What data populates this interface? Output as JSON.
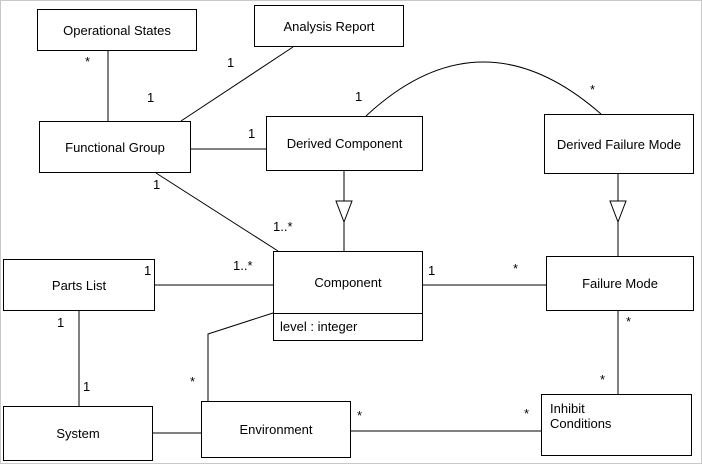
{
  "diagram": {
    "type": "UML class diagram",
    "colors": {
      "background": "#ffffff",
      "line": "#000000",
      "text": "#000000"
    },
    "nodes": [
      {
        "id": "operational-states",
        "label": "Operational States"
      },
      {
        "id": "analysis-report",
        "label": "Analysis Report"
      },
      {
        "id": "functional-group",
        "label": "Functional Group"
      },
      {
        "id": "derived-component",
        "label": "Derived Component"
      },
      {
        "id": "derived-failure-mode",
        "label": "Derived Failure Mode"
      },
      {
        "id": "parts-list",
        "label": "Parts List"
      },
      {
        "id": "component",
        "label": "Component",
        "attributes": [
          "level : integer"
        ]
      },
      {
        "id": "failure-mode",
        "label": "Failure Mode"
      },
      {
        "id": "system",
        "label": "System"
      },
      {
        "id": "environment",
        "label": "Environment"
      },
      {
        "id": "inhibit-conditions",
        "label": "Inhibit\nConditions"
      }
    ],
    "edges": [
      {
        "from": "Operational States",
        "to": "Functional Group",
        "kind": "association",
        "end_labels": [
          "*",
          "1"
        ]
      },
      {
        "from": "Analysis Report",
        "to": "Functional Group",
        "kind": "association",
        "end_labels": [
          "1"
        ]
      },
      {
        "from": "Functional Group",
        "to": "Derived Component",
        "kind": "association",
        "end_labels": [
          "1"
        ]
      },
      {
        "from": "Derived Component",
        "to": "Component",
        "kind": "generalization"
      },
      {
        "from": "Derived Failure Mode",
        "to": "Failure Mode",
        "kind": "generalization"
      },
      {
        "from": "Derived Component",
        "to": "Derived Failure Mode",
        "kind": "association",
        "shape": "arc",
        "end_labels": [
          "1",
          "*"
        ]
      },
      {
        "from": "Functional Group",
        "to": "Component",
        "kind": "association",
        "end_labels": [
          "1",
          "1..*"
        ]
      },
      {
        "from": "Parts List",
        "to": "Component",
        "kind": "association",
        "end_labels": [
          "1",
          "1..*"
        ]
      },
      {
        "from": "Component",
        "to": "Failure Mode",
        "kind": "association",
        "end_labels": [
          "1",
          "*"
        ]
      },
      {
        "from": "Parts List",
        "to": "System",
        "kind": "association",
        "end_labels": [
          "1",
          "1"
        ]
      },
      {
        "from": "Component",
        "to": "Environment",
        "kind": "association",
        "end_labels": [
          "*"
        ]
      },
      {
        "from": "System",
        "to": "Environment",
        "kind": "association"
      },
      {
        "from": "Environment",
        "to": "Inhibit Conditions",
        "kind": "association",
        "end_labels": [
          "*",
          "*"
        ]
      },
      {
        "from": "Failure Mode",
        "to": "Inhibit Conditions",
        "kind": "association",
        "end_labels": [
          "*",
          "*"
        ]
      }
    ],
    "multiplicities": [
      {
        "text": "*",
        "near": "Operational States (Functional Group link)"
      },
      {
        "text": "1",
        "near": "Functional Group (Operational States link)"
      },
      {
        "text": "1",
        "near": "Analysis Report (Functional Group link)"
      },
      {
        "text": "1",
        "near": "Derived Component (Functional Group link)"
      },
      {
        "text": "1",
        "near": "Derived Component (arc to Derived Failure Mode)"
      },
      {
        "text": "*",
        "near": "Derived Failure Mode (arc from Derived Component)"
      },
      {
        "text": "1",
        "near": "Functional Group (Component link)"
      },
      {
        "text": "1..*",
        "near": "Component (Functional Group link)"
      },
      {
        "text": "1",
        "near": "Parts List (Component link)"
      },
      {
        "text": "1..*",
        "near": "Component (Parts List link)"
      },
      {
        "text": "1",
        "near": "Component (Failure Mode link)"
      },
      {
        "text": "*",
        "near": "Failure Mode (Component link)"
      },
      {
        "text": "1",
        "near": "Parts List (System link)"
      },
      {
        "text": "1",
        "near": "System (Parts List link)"
      },
      {
        "text": "*",
        "near": "Environment (Component link)"
      },
      {
        "text": "*",
        "near": "Environment (Inhibit Conditions link)"
      },
      {
        "text": "*",
        "near": "Inhibit Conditions (Environment link)"
      },
      {
        "text": "*",
        "near": "Failure Mode (Inhibit Conditions link)"
      },
      {
        "text": "*",
        "near": "Inhibit Conditions (Failure Mode link)"
      }
    ]
  }
}
